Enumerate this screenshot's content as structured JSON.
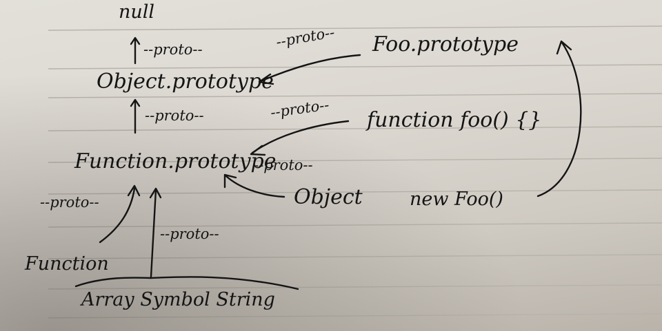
{
  "labels": {
    "null": "null",
    "proto_null": "--proto--",
    "object_prototype": "Object.prototype",
    "proto_foo_to_object": "--proto--",
    "foo_prototype": "Foo.prototype",
    "proto_function_prototype_up": "--proto--",
    "proto_foo_fn_to_function": "--proto--",
    "function_foo": "function foo() {}",
    "function_prototype": "Function.prototype",
    "proto_object_to_function": "--proto--",
    "object": "Object",
    "new_foo": "new Foo()",
    "proto_function_left": "--proto--",
    "proto_builtins": "--proto--",
    "function": "Function",
    "builtins": "Array Symbol String"
  },
  "colors": {
    "ink": "#141414",
    "paper": "#dcd8d1",
    "rule_line": "#b7b2aa"
  }
}
